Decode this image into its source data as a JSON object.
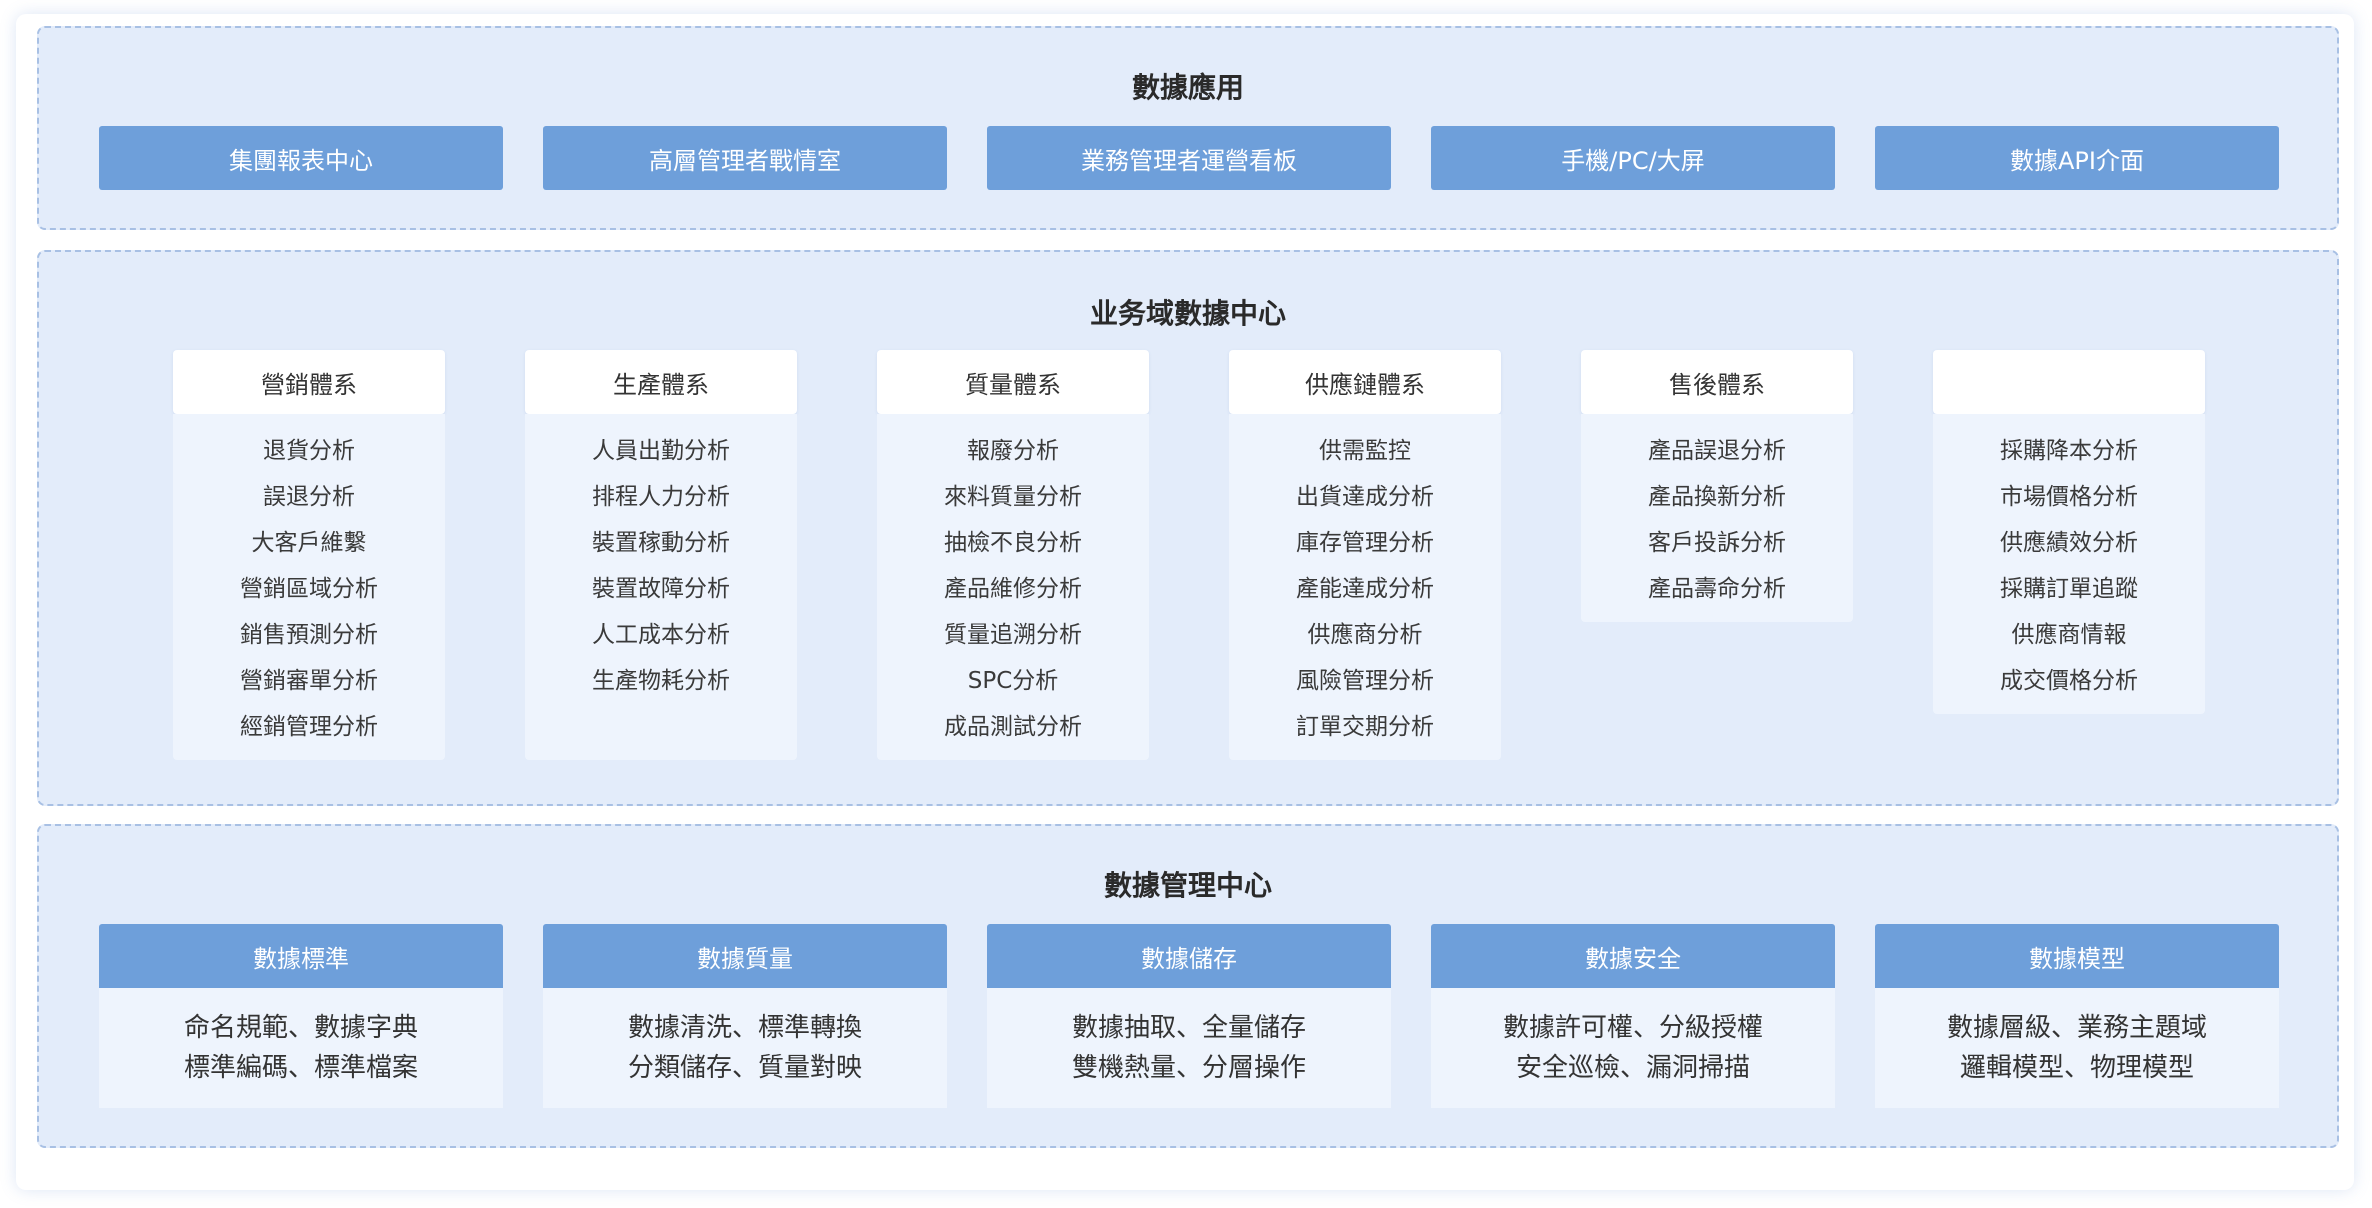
{
  "app": {
    "title": "數據應用",
    "buttons": [
      "集團報表中心",
      "高層管理者戰情室",
      "業務管理者運營看板",
      "手機/PC/大屏",
      "數據API介面"
    ]
  },
  "business": {
    "title": "业务域數據中心",
    "columns": [
      {
        "header": "營銷體系",
        "items": [
          "退貨分析",
          "誤退分析",
          "大客戶維繫",
          "營銷區域分析",
          "銷售預測分析",
          "營銷審單分析",
          "經銷管理分析"
        ]
      },
      {
        "header": "生產體系",
        "items": [
          "人員出勤分析",
          "排程人力分析",
          "裝置稼動分析",
          "裝置故障分析",
          "人工成本分析",
          "生產物耗分析"
        ]
      },
      {
        "header": "質量體系",
        "items": [
          "報廢分析",
          "來料質量分析",
          "抽檢不良分析",
          "產品維修分析",
          "質量追溯分析",
          "SPC分析",
          "成品測試分析"
        ]
      },
      {
        "header": "供應鏈體系",
        "items": [
          "供需監控",
          "出貨達成分析",
          "庫存管理分析",
          "產能達成分析",
          "供應商分析",
          "風險管理分析",
          "訂單交期分析"
        ]
      },
      {
        "header": "售後體系",
        "items": [
          "產品誤退分析",
          "產品換新分析",
          "客戶投訴分析",
          "產品壽命分析"
        ]
      },
      {
        "header": "",
        "items": [
          "採購降本分析",
          "市場價格分析",
          "供應績效分析",
          "採購訂單追蹤",
          "供應商情報",
          "成交價格分析"
        ]
      }
    ]
  },
  "management": {
    "title": "數據管理中心",
    "boxes": [
      {
        "header": "數據標準",
        "line1": "命名規範、數據字典",
        "line2": "標準編碼、標準檔案"
      },
      {
        "header": "數據質量",
        "line1": "數據清洗、標準轉換",
        "line2": "分類儲存、質量對映"
      },
      {
        "header": "數據儲存",
        "line1": "數據抽取、全量儲存",
        "line2": "雙機熱量、分層操作"
      },
      {
        "header": "數據安全",
        "line1": "數據許可權、分級授權",
        "line2": "安全巡檢、漏洞掃描"
      },
      {
        "header": "數據模型",
        "line1": "數據層級、業務主題域",
        "line2": "邏輯模型、物理模型"
      }
    ]
  }
}
